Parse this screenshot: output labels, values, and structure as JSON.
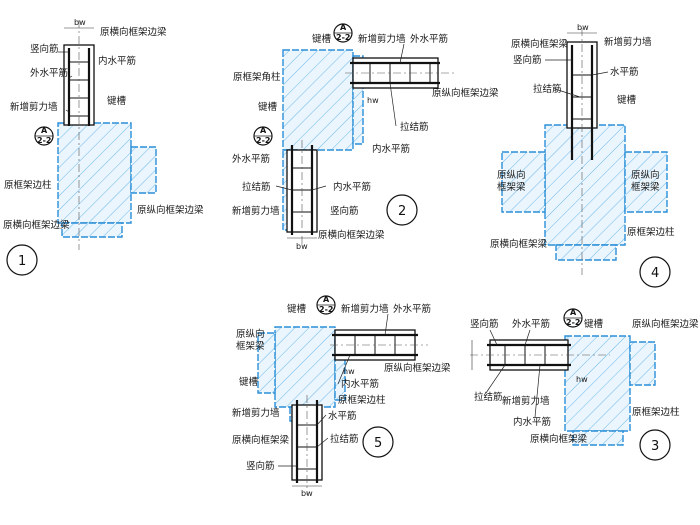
{
  "colors": {
    "frame_hatch": "#2a8fd8",
    "ink": "#111111"
  },
  "section_mark": {
    "top": "A",
    "bottom": "2-2"
  },
  "dim_symbols": {
    "bw": "bw",
    "hw": "hw"
  },
  "details": [
    {
      "id": "detail-1",
      "number": "1",
      "labels": {
        "orig_transverse_edge_beam_top": "原横向框架边梁",
        "vertical_bar": "竖向筋",
        "outer_horizontal_bar": "外水平筋",
        "inner_horizontal_bar": "内水平筋",
        "new_shear_wall": "新增剪力墙",
        "key_slot": "键槽",
        "orig_frame_edge_column": "原框架边柱",
        "orig_longitudinal_edge_beam": "原纵向框架边梁",
        "orig_transverse_edge_beam_bottom": "原横向框架边梁"
      }
    },
    {
      "id": "detail-2",
      "number": "2",
      "labels": {
        "key_slot_top": "键槽",
        "new_shear_wall_top": "新增剪力墙",
        "outer_horizontal_bar_top": "外水平筋",
        "orig_frame_corner_column": "原框架角柱",
        "orig_longitudinal_edge_beam": "原纵向框架边梁",
        "key_slot_left": "键槽",
        "tie_bar_right": "拉结筋",
        "inner_horizontal_bar_right": "内水平筋",
        "outer_horizontal_bar_left": "外水平筋",
        "tie_bar_left": "拉结筋",
        "inner_horizontal_bar_left": "内水平筋",
        "new_shear_wall_left": "新增剪力墙",
        "vertical_bar": "竖向筋",
        "orig_transverse_edge_beam": "原横向框架边梁"
      }
    },
    {
      "id": "detail-3",
      "number": "3",
      "labels": {
        "vertical_bar": "竖向筋",
        "outer_horizontal_bar": "外水平筋",
        "key_slot": "键槽",
        "orig_longitudinal_edge_beam": "原纵向框架边梁",
        "tie_bar": "拉结筋",
        "new_shear_wall": "新增剪力墙",
        "inner_horizontal_bar": "内水平筋",
        "orig_frame_edge_column": "原框架边柱",
        "orig_transverse_frame_beam": "原横向框架梁"
      }
    },
    {
      "id": "detail-4",
      "number": "4",
      "labels": {
        "orig_transverse_frame_beam_top": "原横向框架梁",
        "new_shear_wall": "新增剪力墙",
        "vertical_bar": "竖向筋",
        "tie_bar": "拉结筋",
        "horizontal_bar": "水平筋",
        "key_slot": "键槽",
        "orig_longitudinal_frame_beam_left_1": "原纵向",
        "orig_longitudinal_frame_beam_left_2": "框架梁",
        "orig_longitudinal_frame_beam_right_1": "原纵向",
        "orig_longitudinal_frame_beam_right_2": "框架梁",
        "orig_frame_edge_column": "原框架边柱",
        "orig_transverse_frame_beam_bottom": "原横向框架梁"
      }
    },
    {
      "id": "detail-5",
      "number": "5",
      "labels": {
        "key_slot_top": "键槽",
        "new_shear_wall_top": "新增剪力墙",
        "outer_horizontal_bar": "外水平筋",
        "orig_longitudinal_beam_1": "原纵向",
        "orig_longitudinal_beam_2": "框架梁",
        "orig_longitudinal_edge_beam": "原纵向框架边梁",
        "inner_horizontal_bar": "内水平筋",
        "key_slot_left": "键槽",
        "orig_frame_edge_column": "原框架边柱",
        "new_shear_wall_left": "新增剪力墙",
        "horizontal_bar": "水平筋",
        "tie_bar": "拉结筋",
        "orig_transverse_frame_beam": "原横向框架梁",
        "vertical_bar": "竖向筋"
      }
    }
  ]
}
